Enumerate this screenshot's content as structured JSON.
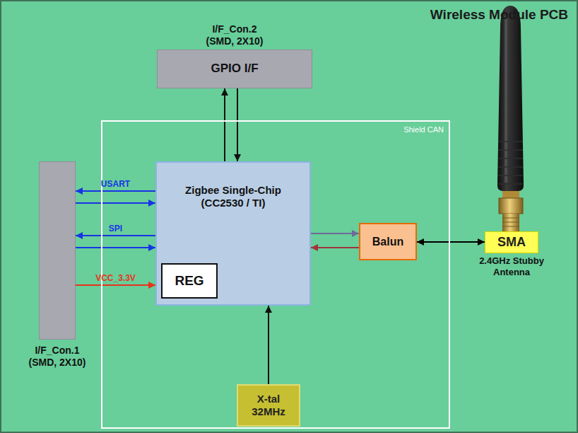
{
  "diagram": {
    "nodes": [
      {
        "text": [
          "Wireless Module PCB"
        ]
      },
      {
        "text": [
          "I/F_Con.2 (SMD, 2X10)",
          "GPIO I/F"
        ],
        "in": 0
      },
      {
        "text": [
          "Shield CAN"
        ],
        "in": 0
      },
      {
        "text": [
          "I/F_Con.1 (SMD, 2X10)"
        ],
        "in": 0
      },
      {
        "text": [
          "Zigbee Single-Chip (CC2530 / TI)"
        ],
        "in": 2
      },
      {
        "text": [
          "REG"
        ],
        "in": 4
      },
      {
        "text": [
          "Balun"
        ],
        "in": 2
      },
      {
        "text": [
          "SMA",
          "2.4GHz Stubby Antenna"
        ],
        "in": 0
      },
      {
        "text": [
          "X-tal 32MHz"
        ],
        "in": 2
      }
    ],
    "edges": [
      {
        "from": 4,
        "to": 1,
        "arrow": "to"
      },
      {
        "from": 1,
        "to": 4,
        "arrow": "to"
      },
      {
        "from": 4,
        "to": 3,
        "arrow": "to",
        "label": "USART"
      },
      {
        "from": 3,
        "to": 4,
        "arrow": "to"
      },
      {
        "from": 4,
        "to": 3,
        "arrow": "to",
        "label": "SPI"
      },
      {
        "from": 3,
        "to": 4,
        "arrow": "to"
      },
      {
        "from": 3,
        "to": 4,
        "arrow": "to",
        "label": "VCC_3.3V"
      },
      {
        "from": 4,
        "to": 6,
        "arrow": "to"
      },
      {
        "from": 6,
        "to": 4,
        "arrow": "to"
      },
      {
        "from": 6,
        "to": 7,
        "arrow": "both"
      },
      {
        "from": 8,
        "to": 4,
        "arrow": "to"
      }
    ]
  }
}
